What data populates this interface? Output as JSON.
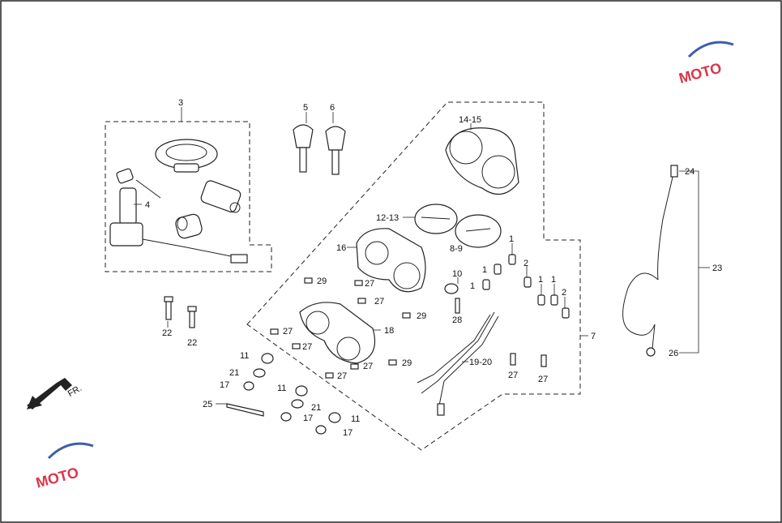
{
  "diagram": {
    "direction_label": "FR.",
    "callouts": {
      "c3": "3",
      "c4": "4",
      "c5": "5",
      "c6": "6",
      "c7": "7",
      "c14_15": "14-15",
      "c12_13": "12-13",
      "c8_9": "8-9",
      "c16": "16",
      "c1a": "1",
      "c1b": "1",
      "c1c": "1",
      "c1d": "1",
      "c1e": "1",
      "c2a": "2",
      "c2b": "2",
      "c10": "10",
      "c28": "28",
      "c18": "18",
      "c19_20": "19-20",
      "c29a": "29",
      "c29b": "29",
      "c29c": "29",
      "c27a": "27",
      "c27b": "27",
      "c27c": "27",
      "c27d": "27",
      "c27e": "27",
      "c27f": "27",
      "c27g": "27",
      "c27h": "27",
      "c22a": "22",
      "c22b": "22",
      "c11a": "11",
      "c11b": "11",
      "c11c": "11",
      "c21a": "21",
      "c21b": "21",
      "c17a": "17",
      "c17b": "17",
      "c17c": "17",
      "c25": "25",
      "c23": "23",
      "c24": "24",
      "c26": "26"
    },
    "colors": {
      "line": "#222222",
      "background": "#ffffff",
      "logo_red": "#d9364a",
      "logo_blue": "#3c5fa8"
    }
  }
}
